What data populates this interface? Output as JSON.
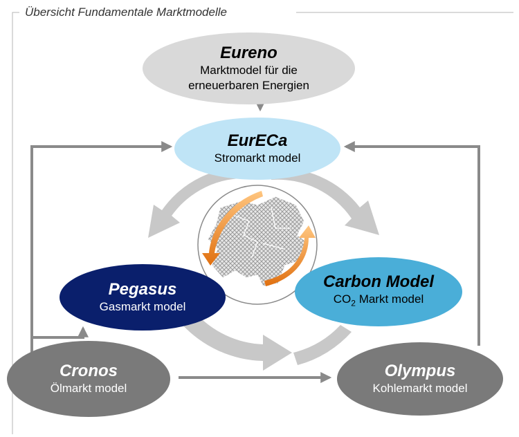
{
  "title": "Übersicht Fundamentale Marktmodelle",
  "nodes": {
    "eureno": {
      "name": "Eureno",
      "line1": "Marktmodel für die",
      "line2": "erneuerbaren Energien"
    },
    "eureca": {
      "name": "EurECa",
      "desc": "Stromarkt model"
    },
    "pegasus": {
      "name": "Pegasus",
      "desc": "Gasmarkt model"
    },
    "carbon": {
      "name": "Carbon Model",
      "desc_prefix": "CO",
      "desc_sub": "2",
      "desc_suffix": " Markt model"
    },
    "cronos": {
      "name": "Cronos",
      "desc": "Ölmarkt model"
    },
    "olympus": {
      "name": "Olympus",
      "desc": "Kohlemarkt model"
    }
  },
  "colors": {
    "eureno": "#d9d9d9",
    "eureca": "#bfe4f6",
    "pegasus": "#0a1f6c",
    "carbon": "#4aaed8",
    "cronos": "#7a7a7a",
    "olympus": "#7a7a7a",
    "connector": "#8a8a8a",
    "cycle_arrows": "#c8c8c8",
    "swap_arrows": "#f0902a"
  },
  "icons": [
    "globe-europe-icon",
    "orange-swap-arrows-icon",
    "cycle-arrows-icon"
  ]
}
